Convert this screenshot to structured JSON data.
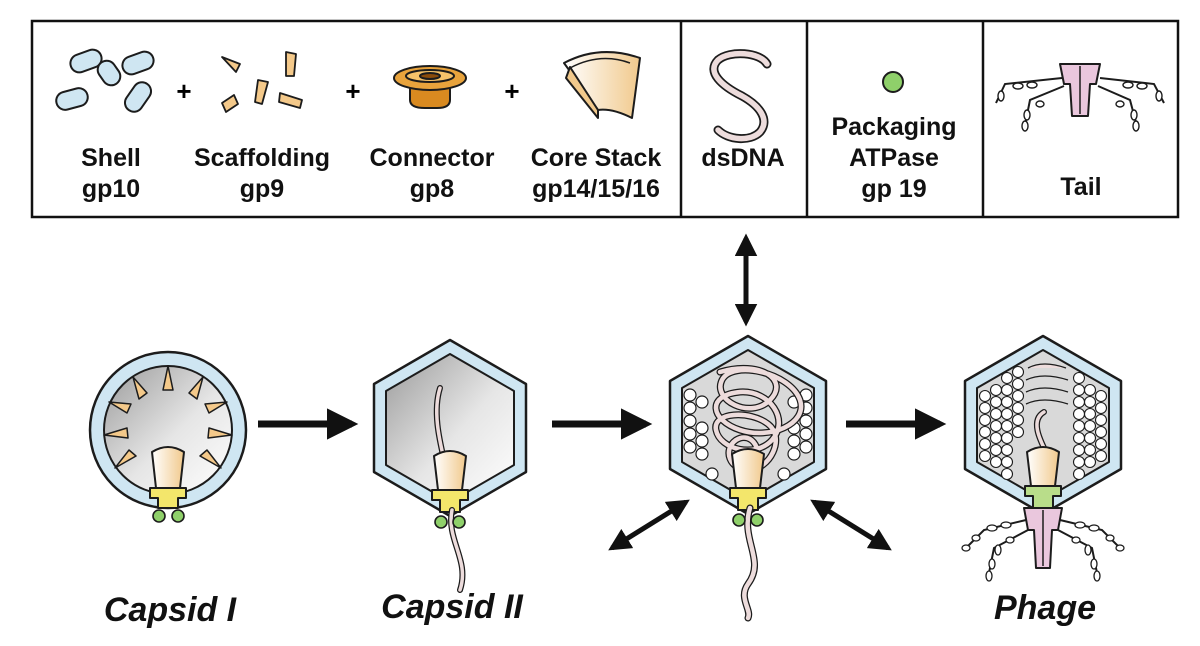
{
  "legend": {
    "components": [
      {
        "name": "Shell",
        "gene": "gp10"
      },
      {
        "name": "Scaffolding",
        "gene": "gp9"
      },
      {
        "name": "Connector",
        "gene": "gp8"
      },
      {
        "name": "Core Stack",
        "gene": "gp14/15/16"
      }
    ],
    "plus": "+",
    "dsdna": "dsDNA",
    "atpase": {
      "line1": "Packaging",
      "line2": "ATPase",
      "line3": "gp 19"
    },
    "tail": "Tail"
  },
  "stages": {
    "capsid1": "Capsid I",
    "capsid2": "Capsid II",
    "phage": "Phage"
  },
  "colors": {
    "shell": "#cfe6f2",
    "scaffold": "#f4c98a",
    "connector": "#e8a33c",
    "core": "#f6e7cf",
    "dna": "#eddcdc",
    "atpase": "#8fd06a",
    "tail": "#eac7dd",
    "adaptor": "#f3e66b"
  }
}
